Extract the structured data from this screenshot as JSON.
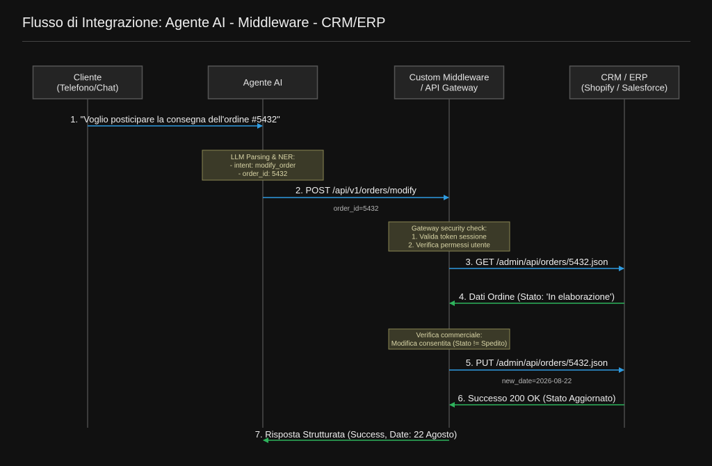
{
  "title": "Flusso di Integrazione: Agente AI - Middleware - CRM/ERP",
  "colors": {
    "background": "#111111",
    "request_arrow": "#2f9be0",
    "response_arrow": "#2eb35c",
    "note_fill": "#3b3a28",
    "note_border": "#8a8752"
  },
  "participants": [
    {
      "id": "cliente",
      "lines": [
        "Cliente",
        "(Telefono/Chat)"
      ]
    },
    {
      "id": "agente",
      "lines": [
        "Agente AI"
      ]
    },
    {
      "id": "middleware",
      "lines": [
        "Custom Middleware",
        "/ API Gateway"
      ]
    },
    {
      "id": "crm",
      "lines": [
        "CRM / ERP",
        "(Shopify / Salesforce)"
      ]
    }
  ],
  "steps": [
    {
      "kind": "message",
      "from": "cliente",
      "to": "agente",
      "style": "request",
      "label": "1. \"Voglio posticipare la consegna dell'ordine #5432\""
    },
    {
      "kind": "note",
      "over": "agente",
      "lines": [
        "LLM Parsing & NER:",
        "- intent: modify_order",
        "- order_id: 5432"
      ]
    },
    {
      "kind": "message",
      "from": "agente",
      "to": "middleware",
      "style": "request",
      "label": "2. POST /api/v1/orders/modify",
      "param": "order_id=5432"
    },
    {
      "kind": "note",
      "over": "middleware",
      "lines": [
        "Gateway security check:",
        "1. Valida token sessione",
        "2. Verifica permessi utente"
      ]
    },
    {
      "kind": "message",
      "from": "middleware",
      "to": "crm",
      "style": "request",
      "label": "3. GET /admin/api/orders/5432.json"
    },
    {
      "kind": "message",
      "from": "crm",
      "to": "middleware",
      "style": "response",
      "label": "4. Dati Ordine (Stato: 'In elaborazione')"
    },
    {
      "kind": "note",
      "over": "middleware",
      "lines": [
        "Verifica commerciale:",
        "Modifica consentita (Stato != Spedito)"
      ]
    },
    {
      "kind": "message",
      "from": "middleware",
      "to": "crm",
      "style": "request",
      "label": "5. PUT /admin/api/orders/5432.json",
      "param": "new_date=2026-08-22"
    },
    {
      "kind": "message",
      "from": "crm",
      "to": "middleware",
      "style": "response",
      "label": "6. Successo 200 OK (Stato Aggiornato)"
    },
    {
      "kind": "message",
      "from": "middleware",
      "to": "agente",
      "style": "response",
      "label": "7. Risposta Strutturata (Success, Date: 22 Agosto)"
    }
  ]
}
